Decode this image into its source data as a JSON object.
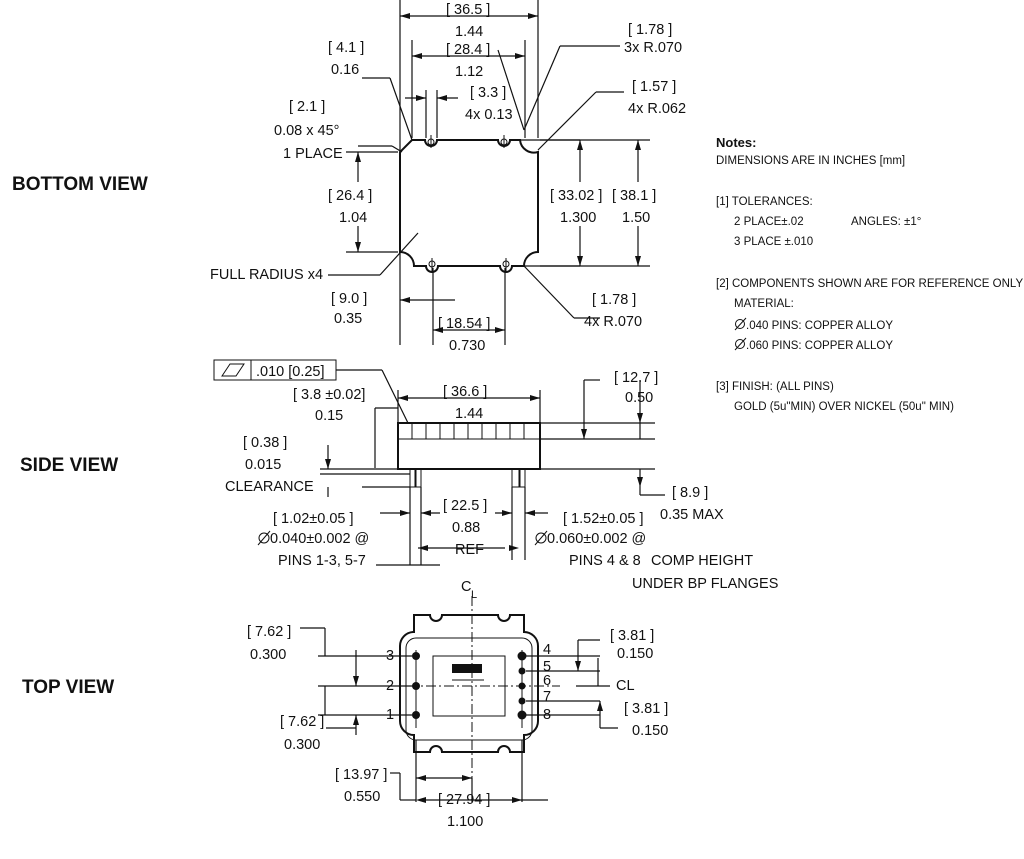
{
  "views": {
    "bottom": "BOTTOM VIEW",
    "side": "SIDE VIEW",
    "top": "TOP VIEW"
  },
  "bottom_view": {
    "overall_width_mm": "[ 36.5 ]",
    "overall_width_in": "1.44",
    "inner_width_mm": "[ 28.4 ]",
    "inner_width_in": "1.12",
    "edge_mm": "[ 4.1 ]",
    "edge_in": "0.16",
    "slot_mm": "[ 3.3 ]",
    "slot_in": "4x 0.13",
    "chamfer_mm": "[ 2.1 ]",
    "chamfer_in": "0.08 x 45°",
    "chamfer_note": "1 PLACE",
    "radius_a_mm": "[ 1.78 ]",
    "radius_a_in": "3x R.070",
    "radius_b_mm": "[ 1.57 ]",
    "radius_b_in": "4x R.062",
    "height_inner_mm": "[ 26.4 ]",
    "height_inner_in": "1.04",
    "height_mid_mm": "[ 33.02 ]",
    "height_mid_in": "1.300",
    "height_total_mm": "[ 38.1 ]",
    "height_total_in": "1.50",
    "full_radius": "FULL RADIUS x4",
    "bottom_edge_mm": "[ 9.0 ]",
    "bottom_edge_in": "0.35",
    "slot_spacing_mm": "[ 18.54 ]",
    "slot_spacing_in": "0.730",
    "radius_c_mm": "[ 1.78 ]",
    "radius_c_in": "4x R.070"
  },
  "side_view": {
    "flatness_value": ".010 [0.25]",
    "body_width_mm": "[ 36.6 ]",
    "body_width_in": "1.44",
    "flange_mm": "[ 3.8 ±0.02]",
    "flange_in": "0.15",
    "height_mm": "[ 12.7 ]",
    "height_in": "0.50",
    "clearance_mm": "[ 0.38 ]",
    "clearance_in": "0.015",
    "clearance_label": "CLEARANCE",
    "pin_len_mm": "[ 8.9 ]",
    "pin_len_in": "0.35 MAX",
    "pin1_mm": "[ 1.02±0.05 ]",
    "pin1_dia": "0.040±0.002 @",
    "pin1_pins": "PINS 1-3, 5-7",
    "ref_mm": "[ 22.5 ]",
    "ref_in": "0.88",
    "ref_label": "REF",
    "pin2_mm": "[ 1.52±0.05 ]",
    "pin2_dia": "0.060±0.002 @",
    "pin2_pins": "PINS 4 & 8",
    "comp_height_1": "COMP HEIGHT",
    "comp_height_2": "UNDER BP FLANGES"
  },
  "top_view": {
    "centerline_top": "C",
    "centerline_top_sub": "L",
    "centerline_right": "CL",
    "pitch_left_top_mm": "[ 7.62 ]",
    "pitch_left_top_in": "0.300",
    "pitch_left_bot_mm": "[ 7.62 ]",
    "pitch_left_bot_in": "0.300",
    "pitch_right_top_mm": "[ 3.81 ]",
    "pitch_right_top_in": "0.150",
    "pitch_right_bot_mm": "[ 3.81 ]",
    "pitch_right_bot_in": "0.150",
    "offset_mm": "[ 13.97 ]",
    "offset_in": "0.550",
    "span_mm": "[ 27.94 ]",
    "span_in": "1.100",
    "pin_labels_left": [
      "3",
      "2",
      "1"
    ],
    "pin_labels_right": [
      "4",
      "5",
      "6",
      "7",
      "8"
    ]
  },
  "notes": {
    "title": "Notes:",
    "dims": "DIMENSIONS ARE IN INCHES [mm]",
    "tol_title": "[1] TOLERANCES:",
    "tol_2place": "2 PLACE±.02",
    "tol_angles": "ANGLES: ±1°",
    "tol_3place": "3 PLACE ±.010",
    "comp_title": "[2] COMPONENTS SHOWN ARE FOR REFERENCE ONLY",
    "material": "MATERIAL:",
    "pins_040": ".040 PINS: COPPER ALLOY",
    "pins_060": ".060 PINS: COPPER ALLOY",
    "finish_title": "[3] FINISH: (ALL PINS)",
    "finish_desc": "GOLD (5u\"MIN) OVER NICKEL (50u\" MIN)"
  }
}
